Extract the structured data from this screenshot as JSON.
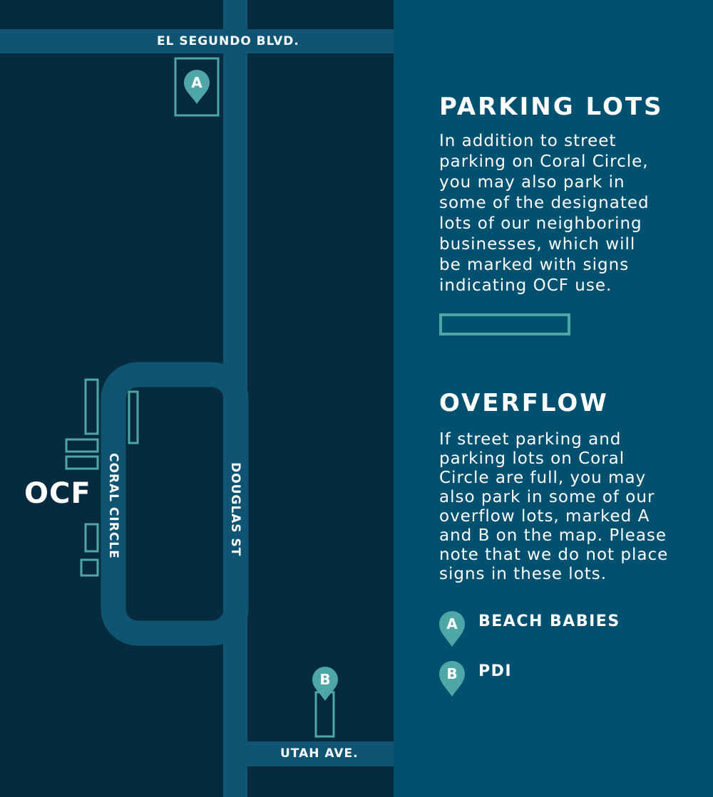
{
  "map": {
    "roads": {
      "el_segundo": "EL SEGUNDO BLVD.",
      "utah": "UTAH AVE.",
      "douglas": "DOUGLAS ST",
      "coral": "CORAL CIRCLE"
    },
    "building_label": "OCF",
    "marker_a": "A",
    "marker_b": "B"
  },
  "panel": {
    "parking_title": "PARKING LOTS",
    "parking_text": [
      "In addition to street",
      "parking on Coral Circle,",
      "you may also park in",
      "some of the designated",
      "lots of our neighboring",
      "businesses, which will",
      "be marked with signs",
      "indicating OCF use."
    ],
    "overflow_title": "OVERFLOW",
    "overflow_text": [
      "If street parking and",
      "parking lots on Coral",
      "Circle are full, you may",
      "also park in some of our",
      "overflow lots, marked A",
      "and B on the map. Please",
      "note that we do not place",
      "signs in these lots."
    ],
    "legend": [
      {
        "letter": "A",
        "label": "BEACH BABIES"
      },
      {
        "letter": "B",
        "label": "PDI"
      }
    ]
  },
  "colors": {
    "map_bg": "#062b3f",
    "road": "#0f5573",
    "panel_bg": "#00506f",
    "accent": "#4fa6a6",
    "text": "#ffffff"
  }
}
